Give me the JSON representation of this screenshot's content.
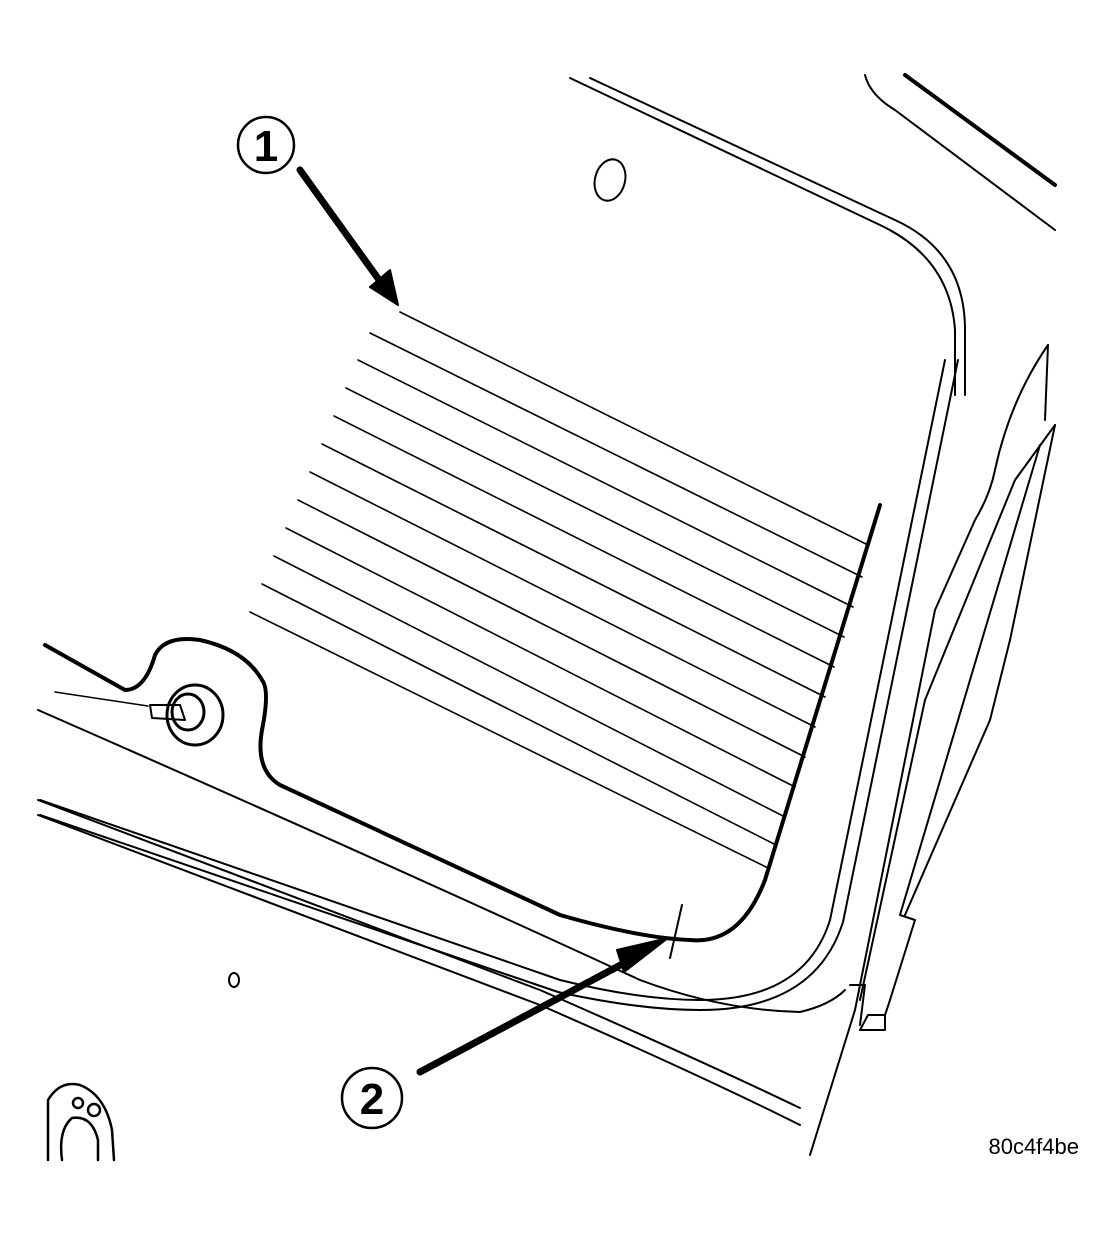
{
  "callouts": [
    {
      "id": "1",
      "label": "1"
    },
    {
      "id": "2",
      "label": "2"
    }
  ],
  "figure_code": "80c4f4be",
  "colors": {
    "ink": "#000000",
    "paper": "#ffffff"
  }
}
